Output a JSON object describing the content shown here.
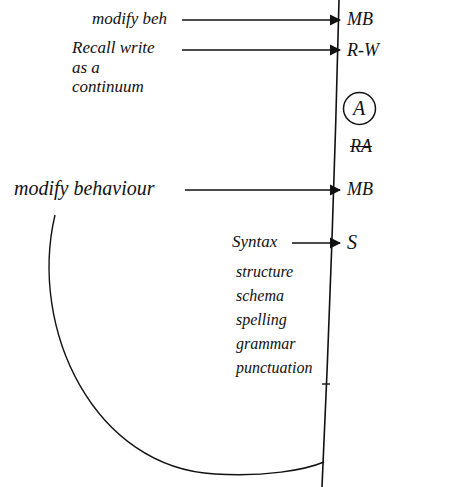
{
  "diagram": {
    "nodes": [
      {
        "text": [
          "A"
        ]
      }
    ],
    "labels": [
      "modify beh",
      "MB",
      "Recall write as a continuum",
      "R-W",
      "RA",
      "modify behaviour",
      "MB",
      "Syntax",
      "S",
      "structure",
      "schema",
      "spelling",
      "grammar",
      "punctuation"
    ]
  }
}
